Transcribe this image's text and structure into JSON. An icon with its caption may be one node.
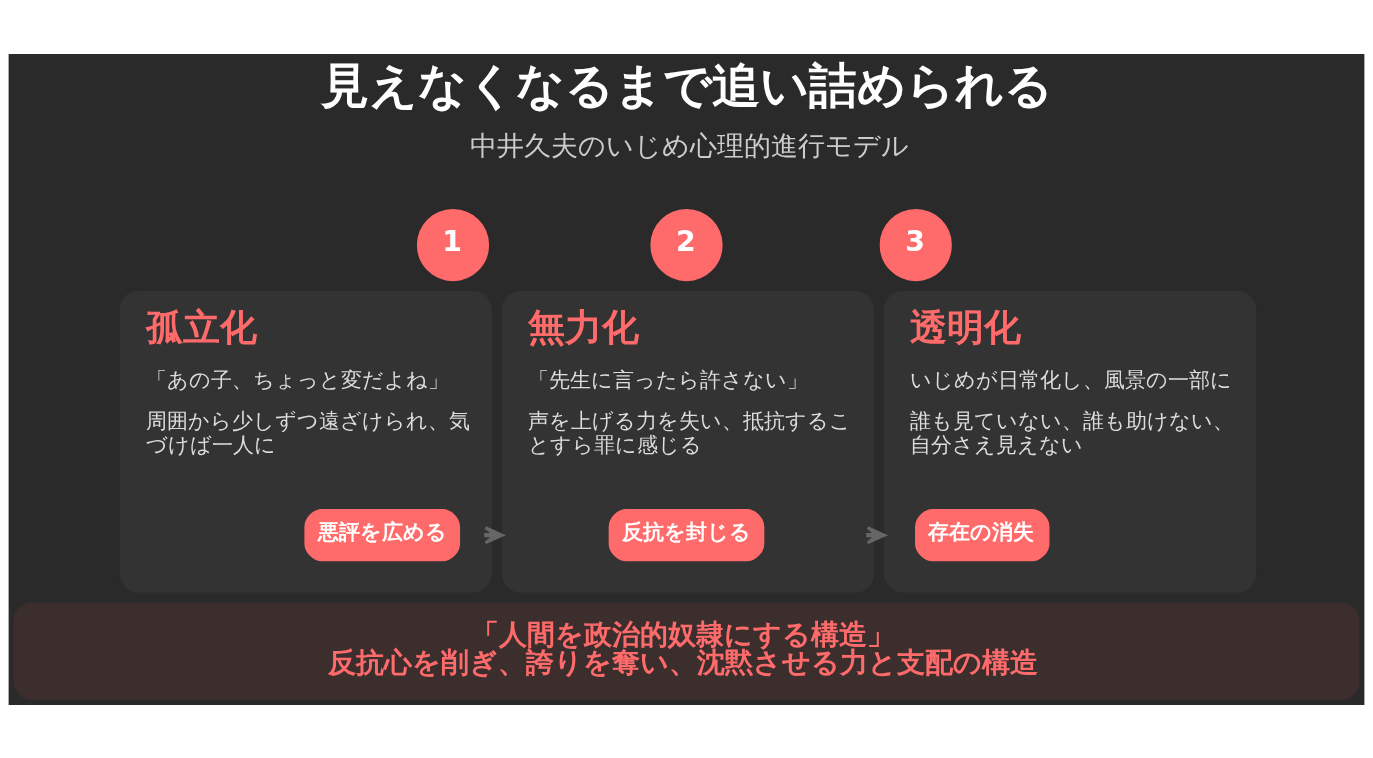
{
  "diagram": {
    "title": "見えなくなるまで追い詰められる",
    "nodes": [
      {
        "text": [
          "孤立化",
          "「あの子、ちょっと変だよね」",
          "周囲から少しずつ遠ざけられ、気づけば一人に"
        ]
      },
      {
        "text": [
          "1"
        ]
      },
      {
        "text": [
          "悪評を広める"
        ],
        "in": 0
      },
      {
        "text": [
          "無力化",
          "「先生に言ったら許さない」",
          "声を上げる力を失い、抵抗することすら罪に感じる"
        ]
      },
      {
        "text": [
          "2"
        ]
      },
      {
        "text": [
          "反抗を封じる"
        ],
        "in": 3
      },
      {
        "text": [
          "透明化",
          "いじめが日常化し、風景の一部に",
          "誰も見ていない、誰も助けない、自分さえ見えない"
        ]
      },
      {
        "text": [
          "3"
        ]
      },
      {
        "text": [
          "存在の消失"
        ],
        "in": 6
      },
      {
        "text": [
          "「人間を政治的奴隷にする構造」",
          "反抗心を削ぎ、誇りを奪い、沈黙させる力と支配の構造"
        ]
      }
    ],
    "edges": [
      {
        "from": 0,
        "to": 3,
        "arrow": "to"
      },
      {
        "from": 3,
        "to": 6,
        "arrow": "to"
      }
    ],
    "labels": [
      "中井久夫のいじめ心理的進行モデル"
    ]
  }
}
